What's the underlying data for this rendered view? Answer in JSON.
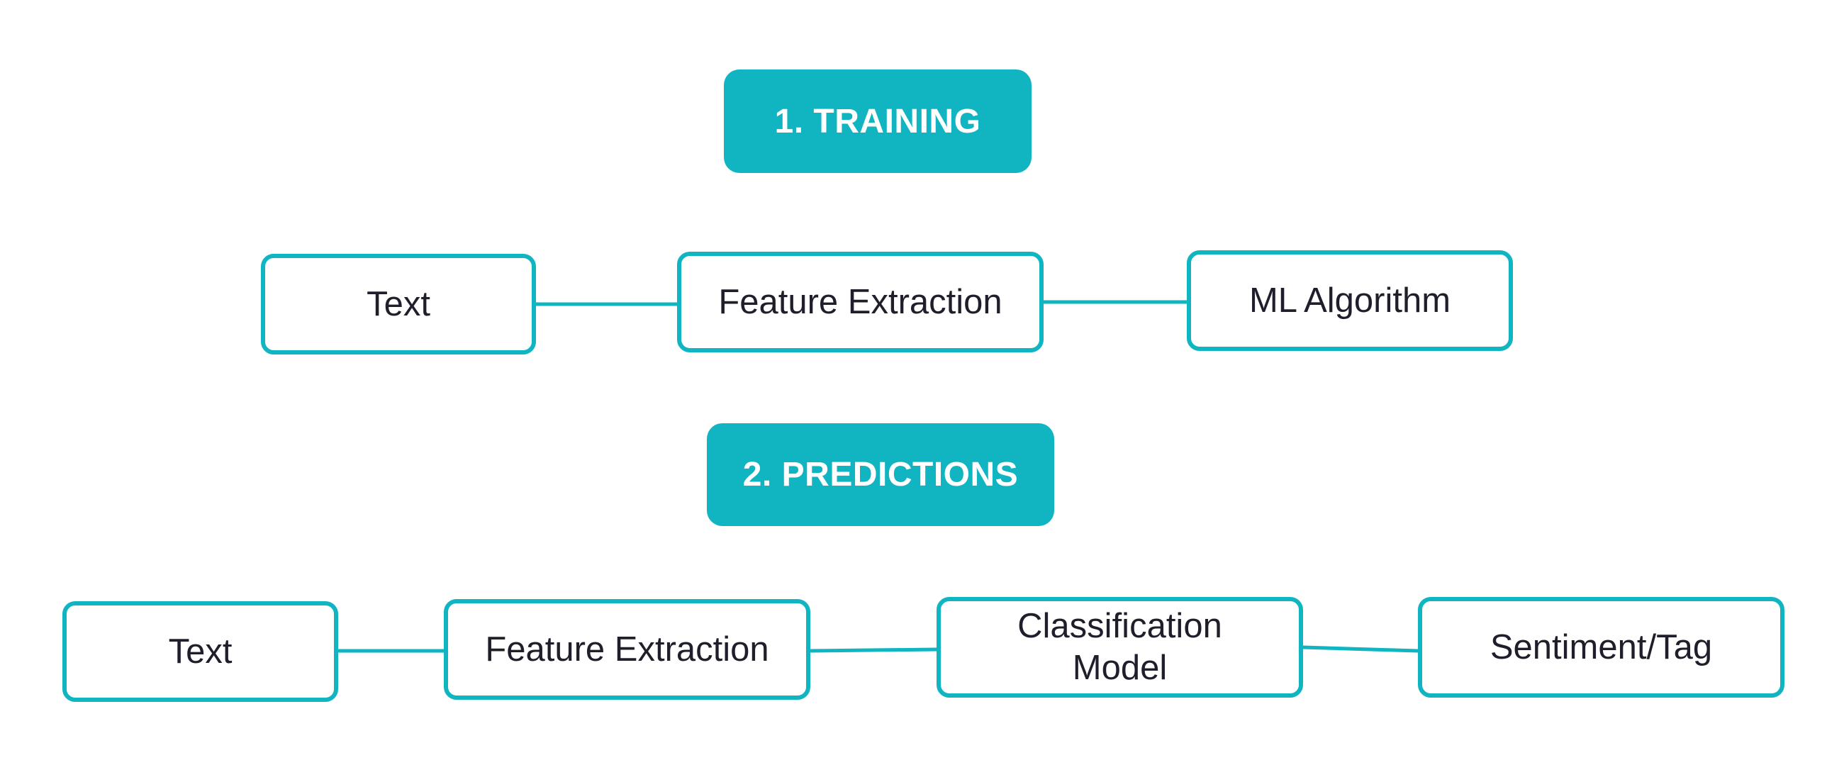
{
  "colors": {
    "accent": "#10B5C1",
    "text": "#1f1f2b",
    "background": "#ffffff"
  },
  "training": {
    "header": "1. TRAINING",
    "steps": [
      {
        "label": "Text"
      },
      {
        "label": "Feature Extraction"
      },
      {
        "label": "ML Algorithm"
      }
    ]
  },
  "predictions": {
    "header": "2. PREDICTIONS",
    "steps": [
      {
        "label": "Text"
      },
      {
        "label": "Feature Extraction"
      },
      {
        "label": "Classification\nModel"
      },
      {
        "label": "Sentiment/Tag"
      }
    ]
  }
}
